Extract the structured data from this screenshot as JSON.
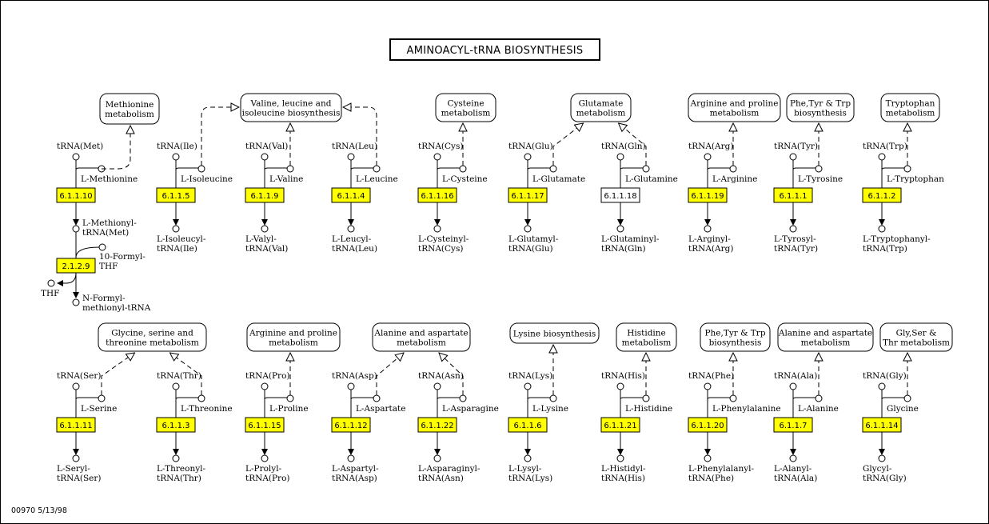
{
  "title": "AMINOACYL-tRNA BIOSYNTHESIS",
  "footer": "00970  5/13/98",
  "colors": {
    "enzyme_active": "#ffff00",
    "enzyme_inactive": "#ffffff",
    "line": "#000000"
  },
  "pathways": [
    {
      "id": "met",
      "lines": [
        "Methionine",
        "metabolism"
      ]
    },
    {
      "id": "vli",
      "lines": [
        "Valine, leucine and",
        "isoleucine biosynthesis"
      ]
    },
    {
      "id": "cys",
      "lines": [
        "Cysteine",
        "metabolism"
      ]
    },
    {
      "id": "glu",
      "lines": [
        "Glutamate",
        "metabolism"
      ]
    },
    {
      "id": "arg1",
      "lines": [
        "Arginine and proline",
        "metabolism"
      ]
    },
    {
      "id": "phe1",
      "lines": [
        "Phe,Tyr & Trp",
        "biosynthesis"
      ]
    },
    {
      "id": "trp",
      "lines": [
        "Tryptophan",
        "metabolism"
      ]
    },
    {
      "id": "gly",
      "lines": [
        "Glycine, serine and",
        "threonine metabolism"
      ]
    },
    {
      "id": "arg2",
      "lines": [
        "Arginine and proline",
        "metabolism"
      ]
    },
    {
      "id": "ala1",
      "lines": [
        "Alanine and aspartate",
        "metabolism"
      ]
    },
    {
      "id": "lys",
      "lines": [
        "Lysine biosynthesis"
      ]
    },
    {
      "id": "his",
      "lines": [
        "Histidine",
        "metabolism"
      ]
    },
    {
      "id": "phe2",
      "lines": [
        "Phe,Tyr & Trp",
        "biosynthesis"
      ]
    },
    {
      "id": "ala2",
      "lines": [
        "Alanine and aspartate",
        "metabolism"
      ]
    },
    {
      "id": "glyser",
      "lines": [
        "Gly,Ser &",
        "Thr metabolism"
      ]
    }
  ],
  "units": [
    {
      "trna": "tRNA(Met)",
      "aa": "L-Methionine",
      "ec": "6.1.1.10",
      "active": true,
      "product": [
        "L-Methionyl-",
        "tRNA(Met)"
      ]
    },
    {
      "trna": "tRNA(Ile)",
      "aa": "L-Isoleucine",
      "ec": "6.1.1.5",
      "active": true,
      "product": [
        "L-Isoleucyl-",
        "tRNA(Ile)"
      ]
    },
    {
      "trna": "tRNA(Val)",
      "aa": "L-Valine",
      "ec": "6.1.1.9",
      "active": true,
      "product": [
        "L-Valyl-",
        "tRNA(Val)"
      ]
    },
    {
      "trna": "tRNA(Leu)",
      "aa": "L-Leucine",
      "ec": "6.1.1.4",
      "active": true,
      "product": [
        "L-Leucyl-",
        "tRNA(Leu)"
      ]
    },
    {
      "trna": "tRNA(Cys)",
      "aa": "L-Cysteine",
      "ec": "6.1.1.16",
      "active": true,
      "product": [
        "L-Cysteinyl-",
        "tRNA(Cys)"
      ]
    },
    {
      "trna": "tRNA(Glu)",
      "aa": "L-Glutamate",
      "ec": "6.1.1.17",
      "active": true,
      "product": [
        "L-Glutamyl-",
        "tRNA(Glu)"
      ]
    },
    {
      "trna": "tRNA(Gln)",
      "aa": "L-Glutamine",
      "ec": "6.1.1.18",
      "active": false,
      "product": [
        "L-Glutaminyl-",
        "tRNA(Gln)"
      ]
    },
    {
      "trna": "tRNA(Arg)",
      "aa": "L-Arginine",
      "ec": "6.1.1.19",
      "active": true,
      "product": [
        "L-Arginyl-",
        "tRNA(Arg)"
      ]
    },
    {
      "trna": "tRNA(Tyr)",
      "aa": "L-Tyrosine",
      "ec": "6.1.1.1",
      "active": true,
      "product": [
        "L-Tyrosyl-",
        "tRNA(Tyr)"
      ]
    },
    {
      "trna": "tRNA(Trp)",
      "aa": "L-Tryptophan",
      "ec": "6.1.1.2",
      "active": true,
      "product": [
        "L-Tryptophanyl-",
        "tRNA(Trp)"
      ]
    },
    {
      "trna": "tRNA(Ser)",
      "aa": "L-Serine",
      "ec": "6.1.1.11",
      "active": true,
      "product": [
        "L-Seryl-",
        "tRNA(Ser)"
      ]
    },
    {
      "trna": "tRNA(Thr)",
      "aa": "L-Threonine",
      "ec": "6.1.1.3",
      "active": true,
      "product": [
        "L-Threonyl-",
        "tRNA(Thr)"
      ]
    },
    {
      "trna": "tRNA(Pro)",
      "aa": "L-Proline",
      "ec": "6.1.1.15",
      "active": true,
      "product": [
        "L-Prolyl-",
        "tRNA(Pro)"
      ]
    },
    {
      "trna": "tRNA(Asp)",
      "aa": "L-Aspartate",
      "ec": "6.1.1.12",
      "active": true,
      "product": [
        "L-Aspartyl-",
        "tRNA(Asp)"
      ]
    },
    {
      "trna": "tRNA(Asn)",
      "aa": "L-Asparagine",
      "ec": "6.1.1.22",
      "active": true,
      "product": [
        "L-Asparaginyl-",
        "tRNA(Asn)"
      ]
    },
    {
      "trna": "tRNA(Lys)",
      "aa": "L-Lysine",
      "ec": "6.1.1.6",
      "active": true,
      "product": [
        "L-Lysyl-",
        "tRNA(Lys)"
      ]
    },
    {
      "trna": "tRNA(His)",
      "aa": "L-Histidine",
      "ec": "6.1.1.21",
      "active": true,
      "product": [
        "L-Histidyl-",
        "tRNA(His)"
      ]
    },
    {
      "trna": "tRNA(Phe)",
      "aa": "L-Phenylalanine",
      "ec": "6.1.1.20",
      "active": true,
      "product": [
        "L-Phenylalanyl-",
        "tRNA(Phe)"
      ]
    },
    {
      "trna": "tRNA(Ala)",
      "aa": "L-Alanine",
      "ec": "6.1.1.7",
      "active": true,
      "product": [
        "L-Alanyl-",
        "tRNA(Ala)"
      ]
    },
    {
      "trna": "tRNA(Gly)",
      "aa": "Glycine",
      "ec": "6.1.1.14",
      "active": true,
      "product": [
        "Glycyl-",
        "tRNA(Gly)"
      ]
    }
  ],
  "formyl": {
    "ec": "2.1.2.9",
    "donor": [
      "10-Formyl-",
      "THF"
    ],
    "byproduct": "THF",
    "product": [
      "N-Formyl-",
      "methionyl-tRNA"
    ]
  }
}
